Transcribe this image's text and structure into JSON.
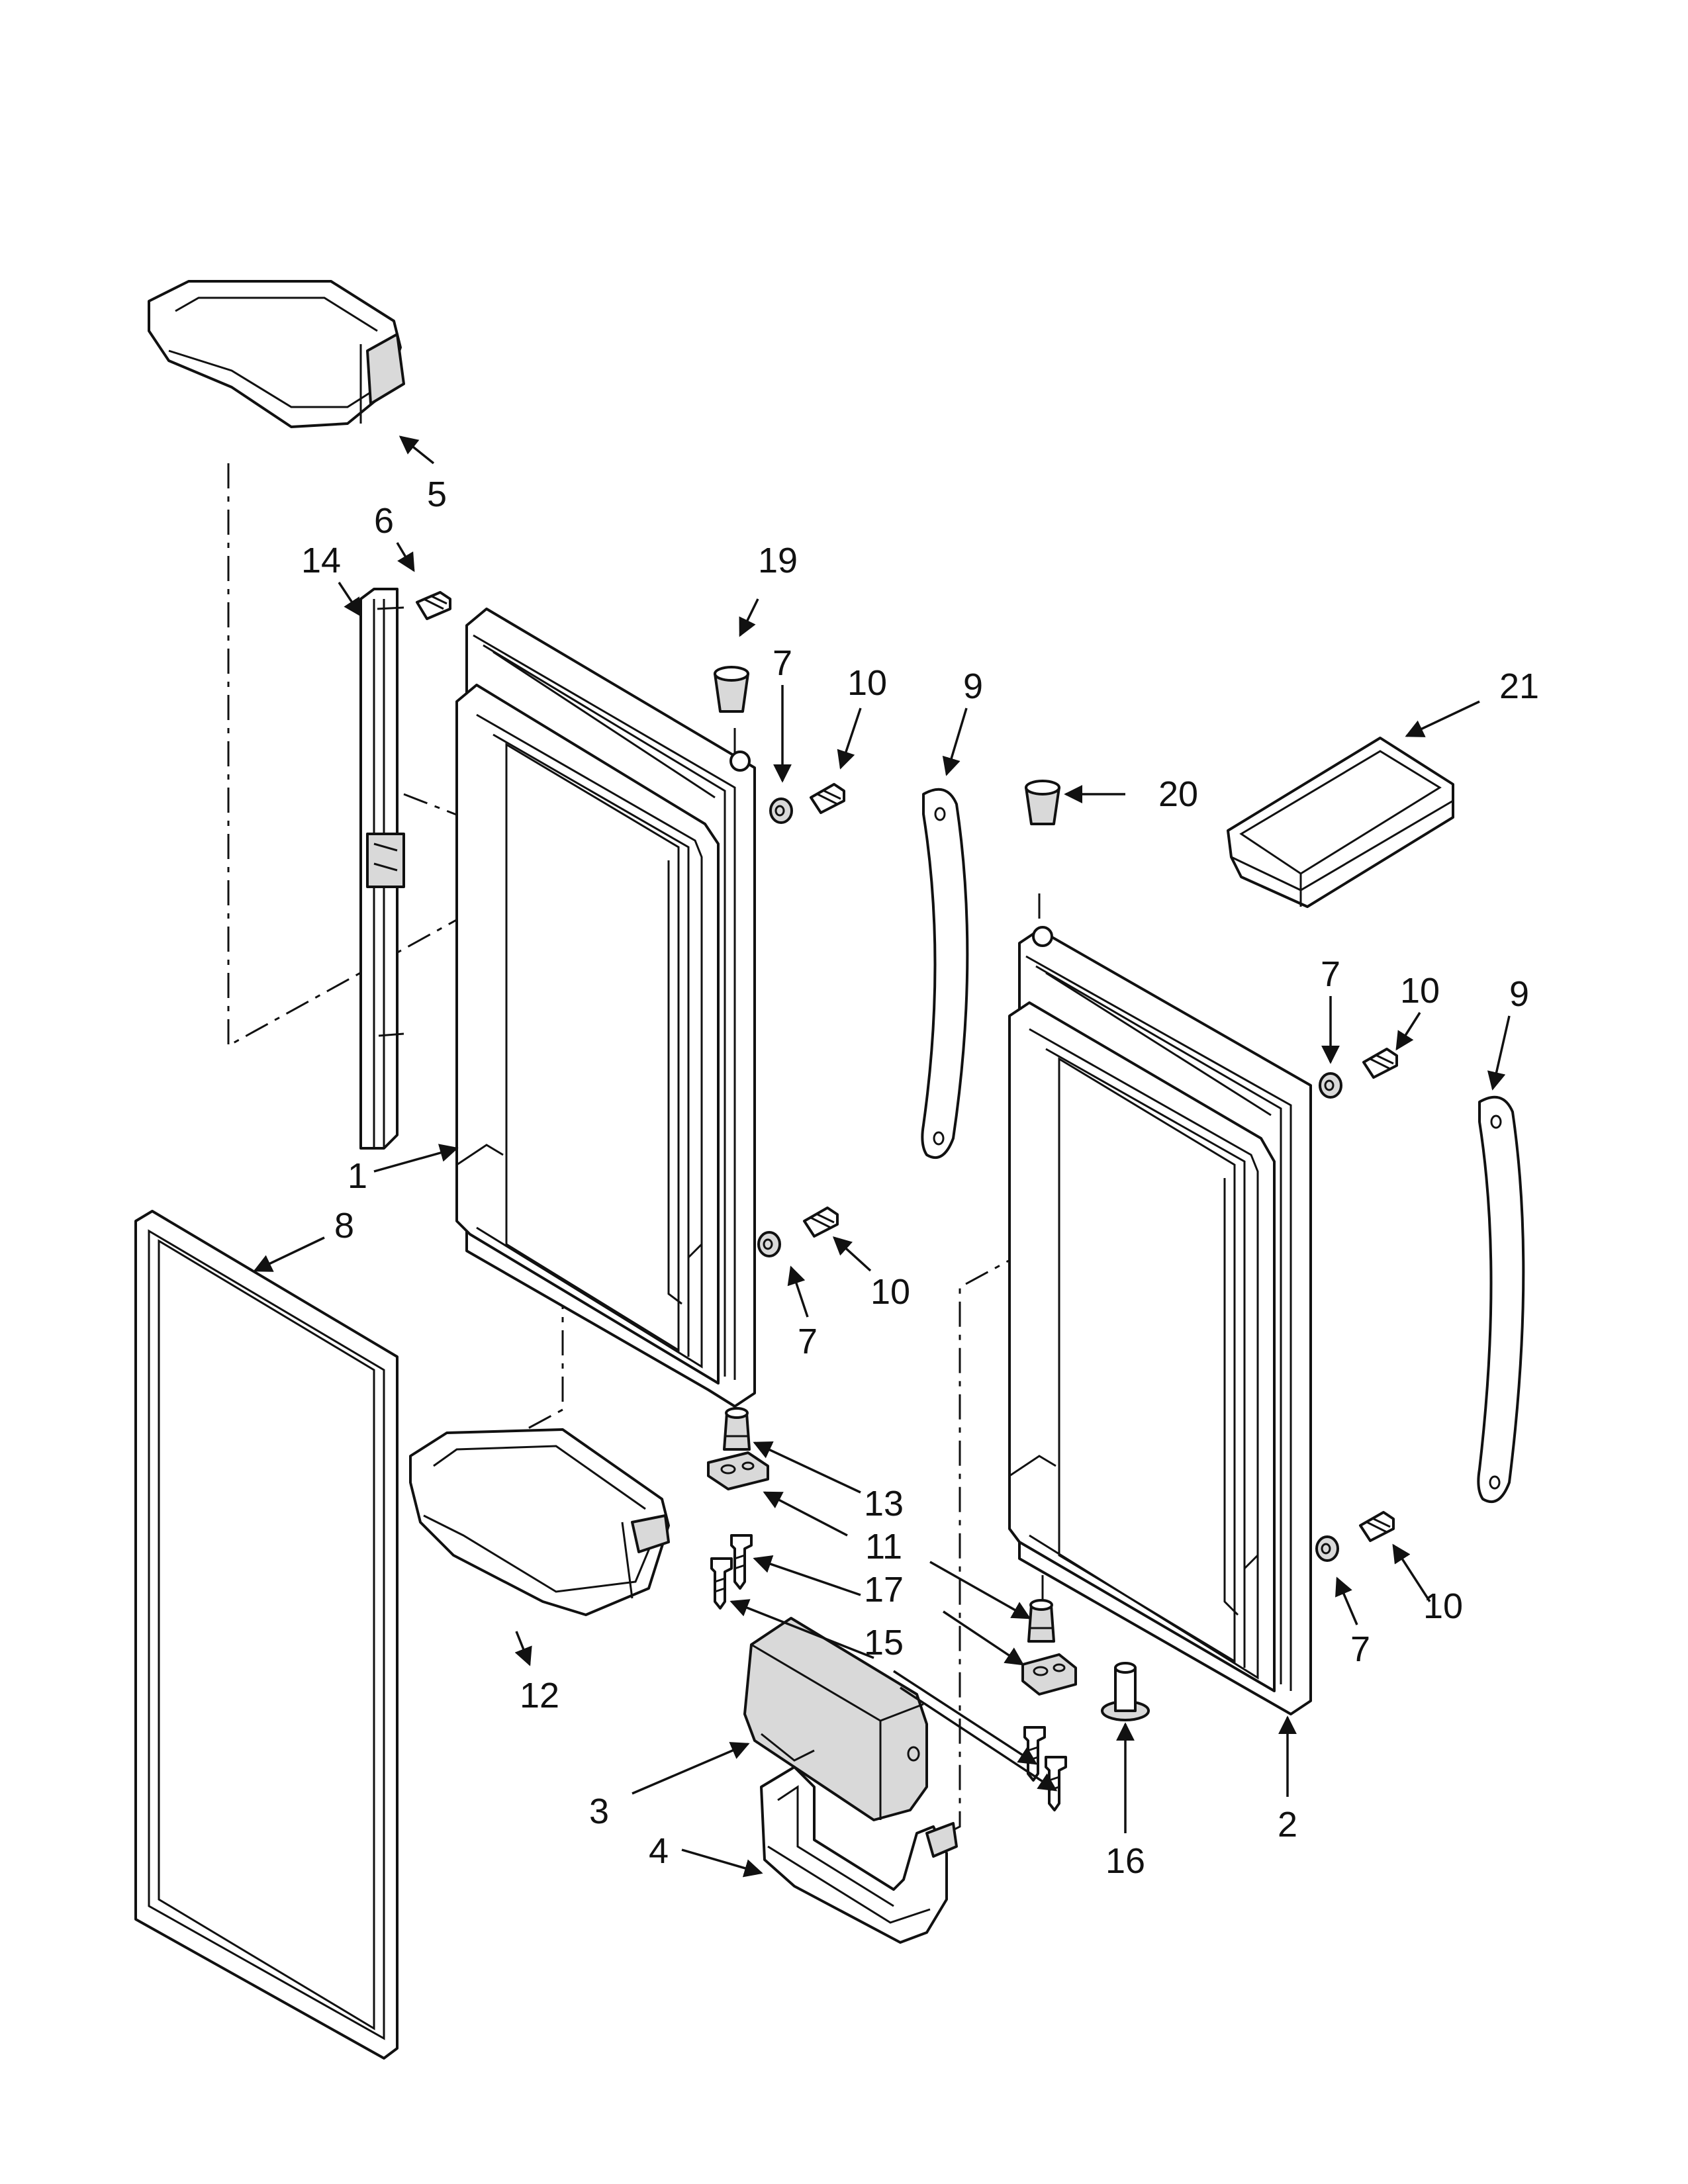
{
  "labels": {
    "l1": "1",
    "l2": "2",
    "l3": "3",
    "l4": "4",
    "l5": "5",
    "l6": "6",
    "l7a": "7",
    "l7b": "7",
    "l7c": "7",
    "l7d": "7",
    "l8": "8",
    "l9a": "9",
    "l9b": "9",
    "l10a": "10",
    "l10b": "10",
    "l10c": "10",
    "l10d": "10",
    "l11": "11",
    "l12": "12",
    "l13": "13",
    "l14": "14",
    "l15": "15",
    "l16": "16",
    "l17": "17",
    "l19": "19",
    "l20": "20",
    "l21": "21"
  },
  "colors": {
    "line": "#111111",
    "shade": "#d9d9d9",
    "background": "#ffffff"
  }
}
